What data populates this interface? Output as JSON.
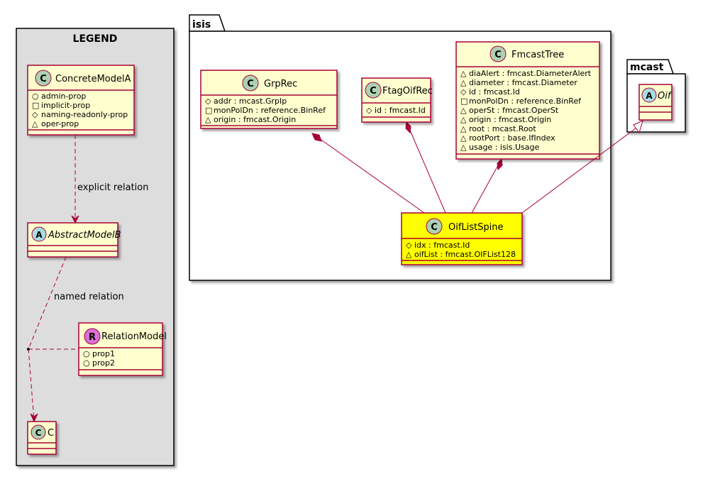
{
  "legend": {
    "title": "LEGEND",
    "concrete_a": {
      "stereo": "C",
      "name": "ConcreteModelA",
      "attrs": [
        {
          "sym": "○",
          "text": "admin-prop"
        },
        {
          "sym": "□",
          "text": "implicit-prop"
        },
        {
          "sym": "◇",
          "text": "naming-readonly-prop"
        },
        {
          "sym": "△",
          "text": "oper-prop"
        }
      ]
    },
    "explicit_relation": "explicit relation",
    "abstract_b": {
      "stereo": "A",
      "name": "AbstractModelB"
    },
    "named_relation": "named relation",
    "relation_model": {
      "stereo": "R",
      "name": "RelationModel",
      "attrs": [
        {
          "sym": "○",
          "text": "prop1"
        },
        {
          "sym": "○",
          "text": "prop2"
        }
      ]
    },
    "class_c": {
      "stereo": "C",
      "name": "C"
    }
  },
  "isis": {
    "label": "isis",
    "grprec": {
      "stereo": "C",
      "name": "GrpRec",
      "attrs": [
        {
          "sym": "◇",
          "text": "addr : mcast.GrpIp"
        },
        {
          "sym": "□",
          "text": "monPolDn : reference.BinRef"
        },
        {
          "sym": "△",
          "text": "origin : fmcast.Origin"
        }
      ]
    },
    "ftagoifrec": {
      "stereo": "C",
      "name": "FtagOifRec",
      "attrs": [
        {
          "sym": "◇",
          "text": "id : fmcast.Id"
        }
      ]
    },
    "fmcasttree": {
      "stereo": "C",
      "name": "FmcastTree",
      "attrs": [
        {
          "sym": "△",
          "text": "diaAlert : fmcast.DiameterAlert"
        },
        {
          "sym": "△",
          "text": "diameter : fmcast.Diameter"
        },
        {
          "sym": "◇",
          "text": "id : fmcast.Id"
        },
        {
          "sym": "□",
          "text": "monPolDn : reference.BinRef"
        },
        {
          "sym": "△",
          "text": "operSt : fmcast.OperSt"
        },
        {
          "sym": "△",
          "text": "origin : fmcast.Origin"
        },
        {
          "sym": "△",
          "text": "root : mcast.Root"
        },
        {
          "sym": "△",
          "text": "rootPort : base.IfIndex"
        },
        {
          "sym": "△",
          "text": "usage : isis.Usage"
        }
      ]
    },
    "oiflistspine": {
      "stereo": "C",
      "name": "OifListSpine",
      "attrs": [
        {
          "sym": "◇",
          "text": "idx : fmcast.Id"
        },
        {
          "sym": "△",
          "text": "oifList : fmcast.OIFList128"
        }
      ]
    }
  },
  "mcast": {
    "label": "mcast",
    "oif": {
      "stereo": "A",
      "name": "Oif"
    }
  },
  "colors": {
    "border": "#A80036",
    "box": "#FEFECE",
    "highlight": "#FFFF00",
    "legend_bg": "#DDDDDD",
    "stereo_c": "#ADD1B2",
    "stereo_a": "#A9DCDF",
    "stereo_r": "#DA70D6"
  }
}
